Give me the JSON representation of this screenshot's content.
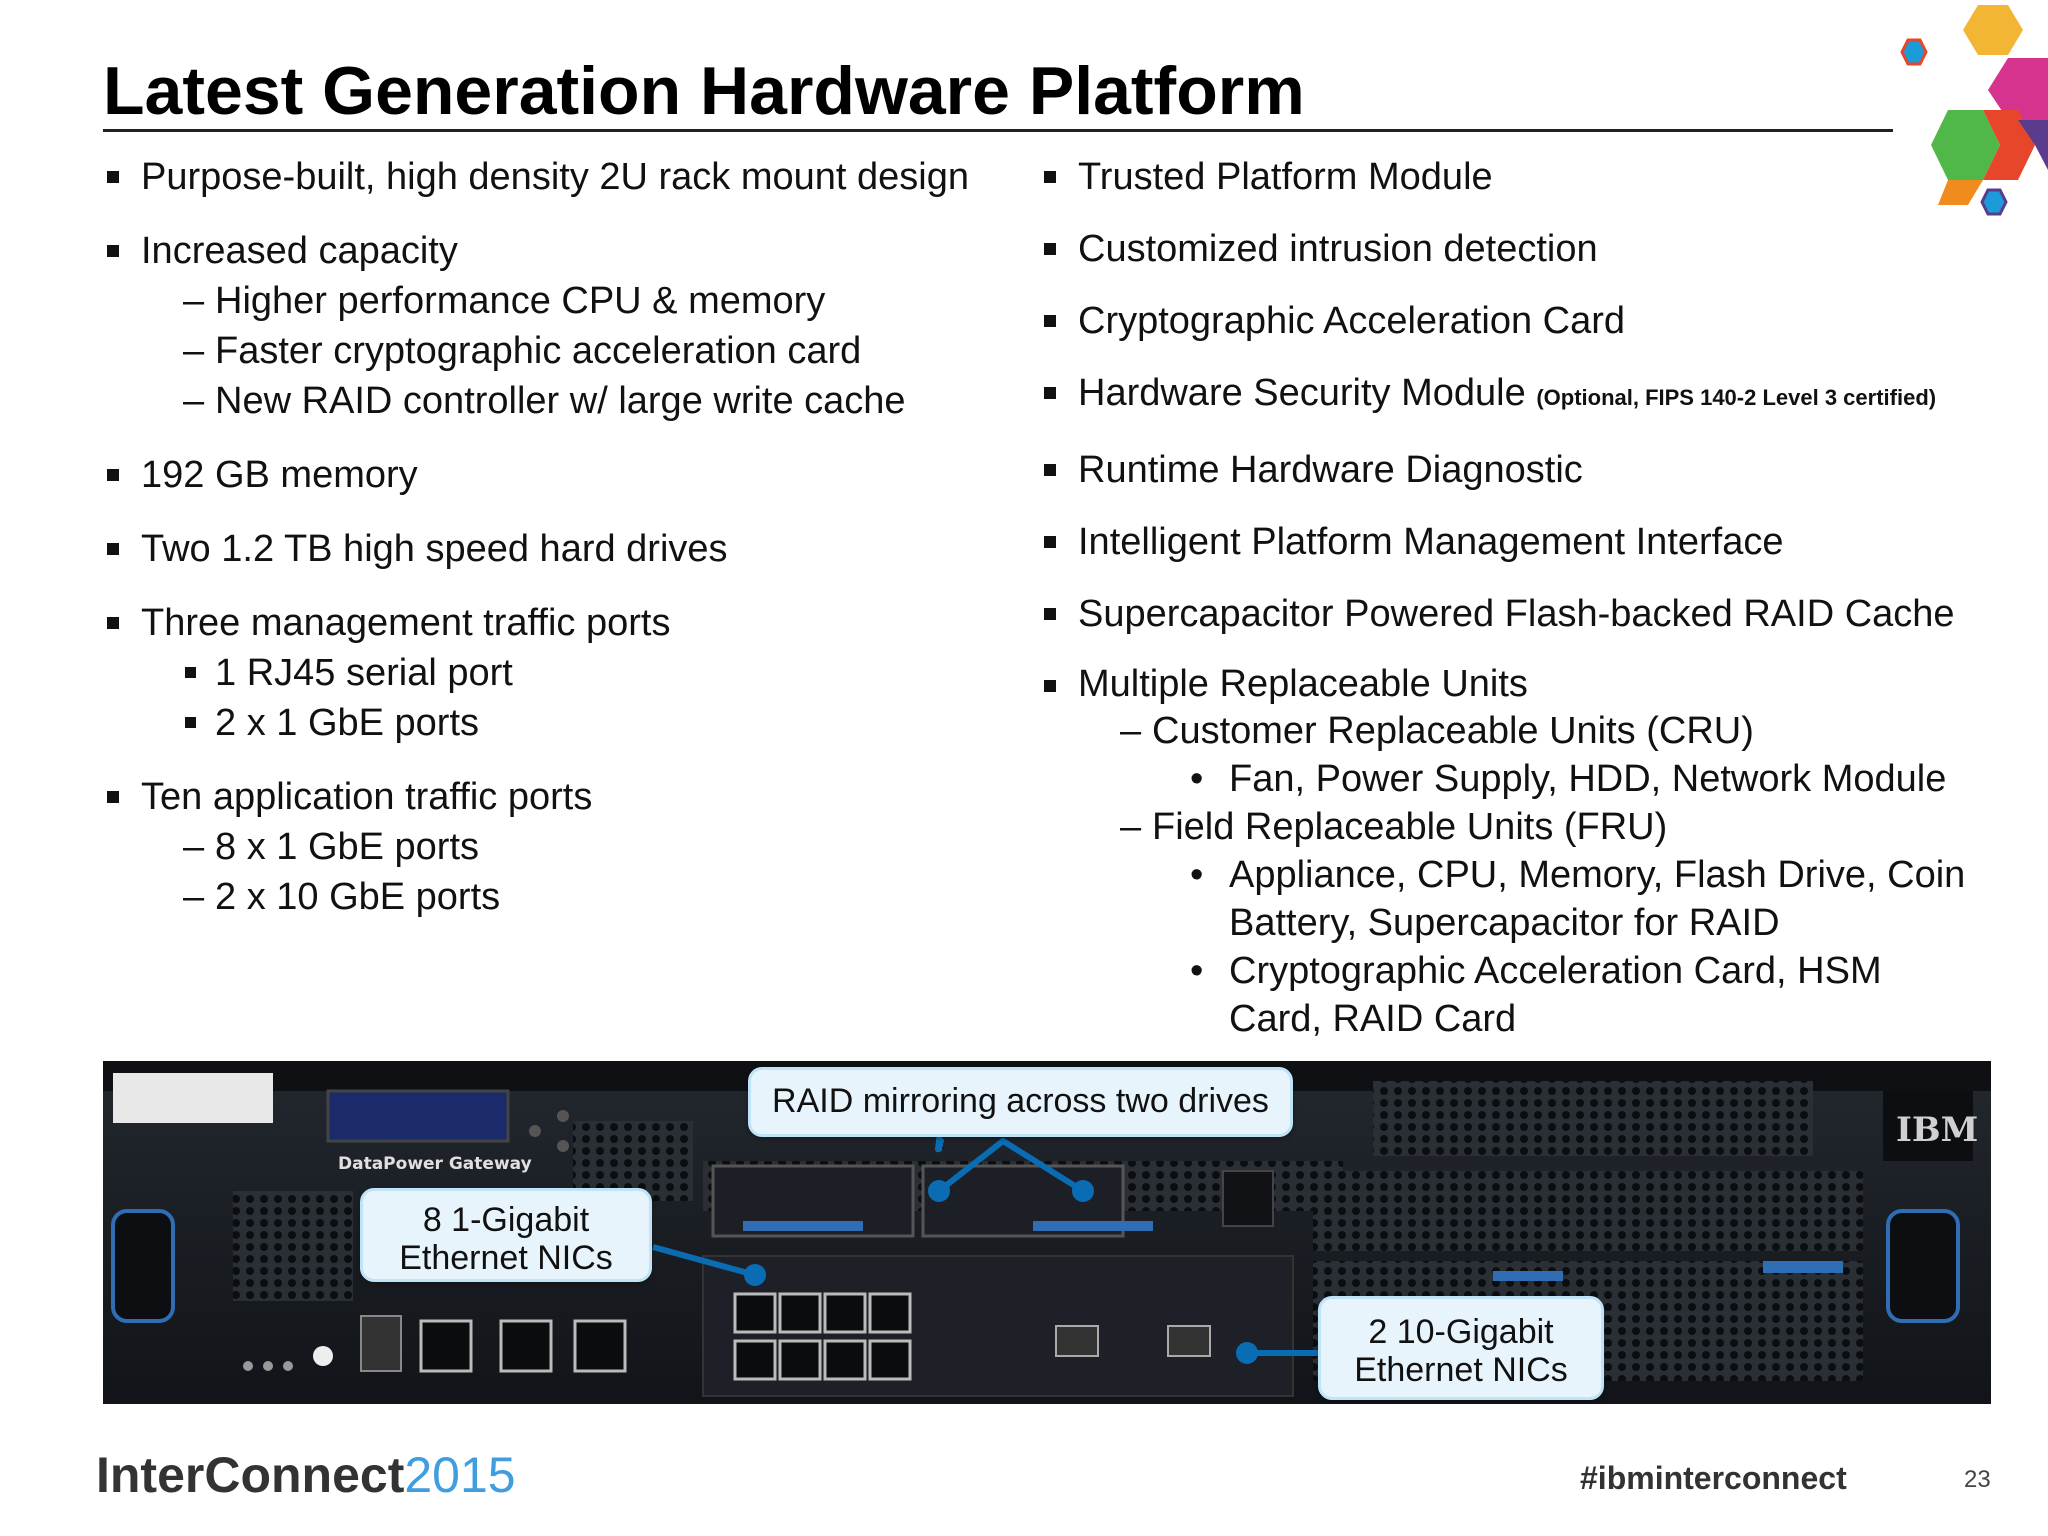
{
  "slide": {
    "title": "Latest Generation Hardware Platform",
    "page_number": "23"
  },
  "left": {
    "b1": "Purpose-built, high density 2U rack mount design",
    "b2": "Increased capacity",
    "b2_s1": "Higher performance CPU & memory",
    "b2_s2": "Faster cryptographic acceleration card",
    "b2_s3": "New RAID controller w/ large write cache",
    "b3": "192 GB memory",
    "b4": "Two 1.2 TB high speed hard drives",
    "b5": "Three management traffic ports",
    "b5_s1": "1 RJ45 serial port",
    "b5_s2": "2 x 1 GbE ports",
    "b6": "Ten application traffic ports",
    "b6_s1": "8 x 1 GbE ports",
    "b6_s2": "2 x 10 GbE ports"
  },
  "right": {
    "b1": "Trusted Platform Module",
    "b2": "Customized intrusion detection",
    "b3": "Cryptographic Acceleration Card",
    "b4": "Hardware Security Module",
    "b4_note": "(Optional, FIPS 140-2 Level 3 certified)",
    "b5": "Runtime Hardware Diagnostic",
    "b6": "Intelligent Platform Management Interface",
    "b7": "Supercapacitor Powered Flash-backed RAID Cache",
    "b8": "Multiple Replaceable Units",
    "cru": "Customer Replaceable Units (CRU)",
    "cru_1": "Fan, Power Supply, HDD, Network Module",
    "fru": "Field Replaceable Units (FRU)",
    "fru_1a": "Appliance, CPU, Memory, Flash Drive, Coin",
    "fru_1b": "Battery, Supercapacitor for RAID",
    "fru_2a": "Cryptographic Acceleration Card, HSM",
    "fru_2b": "Card, RAID Card"
  },
  "photo": {
    "device_label": "DataPower Gateway",
    "brand_plate": "IBM",
    "callout_raid": "RAID mirroring across two drives",
    "callout_1g_line1": "8 1-Gigabit",
    "callout_1g_line2": "Ethernet NICs",
    "callout_10g_line1": "2 10-Gigabit",
    "callout_10g_line2": "Ethernet NICs",
    "callout_color": "#0a6db4"
  },
  "footer": {
    "brand_text": "InterConnect",
    "brand_year": "2015",
    "hashtag": "#ibminterconnect"
  }
}
